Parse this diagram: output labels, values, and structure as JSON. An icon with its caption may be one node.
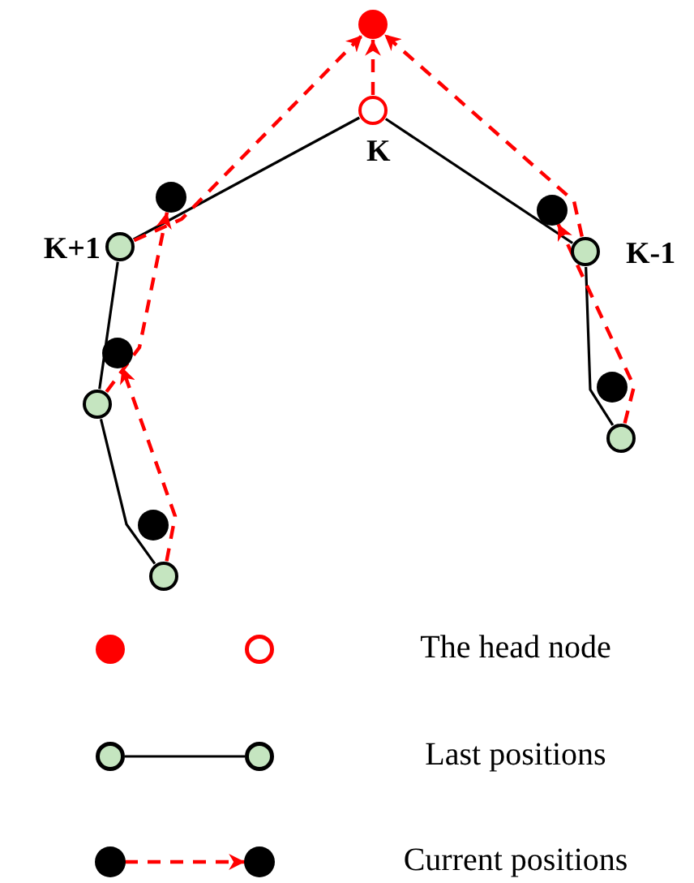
{
  "diagram": {
    "nodes": [
      {
        "text": [],
        "shape": "circle"
      },
      {
        "text": [],
        "shape": "circle",
        "beside": [
          "K"
        ]
      },
      {
        "text": [],
        "shape": "circle"
      },
      {
        "text": [],
        "shape": "circle"
      },
      {
        "text": [],
        "shape": "circle",
        "beside": [
          "K+1"
        ]
      },
      {
        "text": [],
        "shape": "circle",
        "beside": [
          "K-1"
        ]
      },
      {
        "text": [],
        "shape": "circle"
      },
      {
        "text": [],
        "shape": "circle"
      },
      {
        "text": [],
        "shape": "circle"
      },
      {
        "text": [],
        "shape": "circle"
      },
      {
        "text": [],
        "shape": "circle"
      },
      {
        "text": [],
        "shape": "circle"
      }
    ],
    "edges": [
      {
        "from": 11,
        "to": 8,
        "arrow": "none",
        "color": "#000000"
      },
      {
        "from": 8,
        "to": 4,
        "arrow": "none",
        "color": "#000000"
      },
      {
        "from": 4,
        "to": 1,
        "arrow": "none",
        "color": "#000000"
      },
      {
        "from": 1,
        "to": 5,
        "arrow": "none",
        "color": "#000000"
      },
      {
        "from": 5,
        "to": 9,
        "arrow": "none",
        "color": "#000000"
      },
      {
        "from": 11,
        "to": 6,
        "arrow": "to",
        "style": "dashed"
      },
      {
        "from": 8,
        "to": 2,
        "arrow": "to",
        "style": "dashed"
      },
      {
        "from": 4,
        "to": 0,
        "arrow": "to",
        "style": "dashed"
      },
      {
        "from": 1,
        "to": 0,
        "arrow": "to",
        "style": "dashed"
      },
      {
        "from": 5,
        "to": 0,
        "arrow": "to",
        "style": "dashed"
      },
      {
        "from": 9,
        "to": 3,
        "arrow": "to",
        "style": "dashed"
      }
    ],
    "legend": [
      {
        "text": "The head node"
      },
      {
        "text": "Last positions"
      },
      {
        "text": "Current positions"
      }
    ]
  }
}
